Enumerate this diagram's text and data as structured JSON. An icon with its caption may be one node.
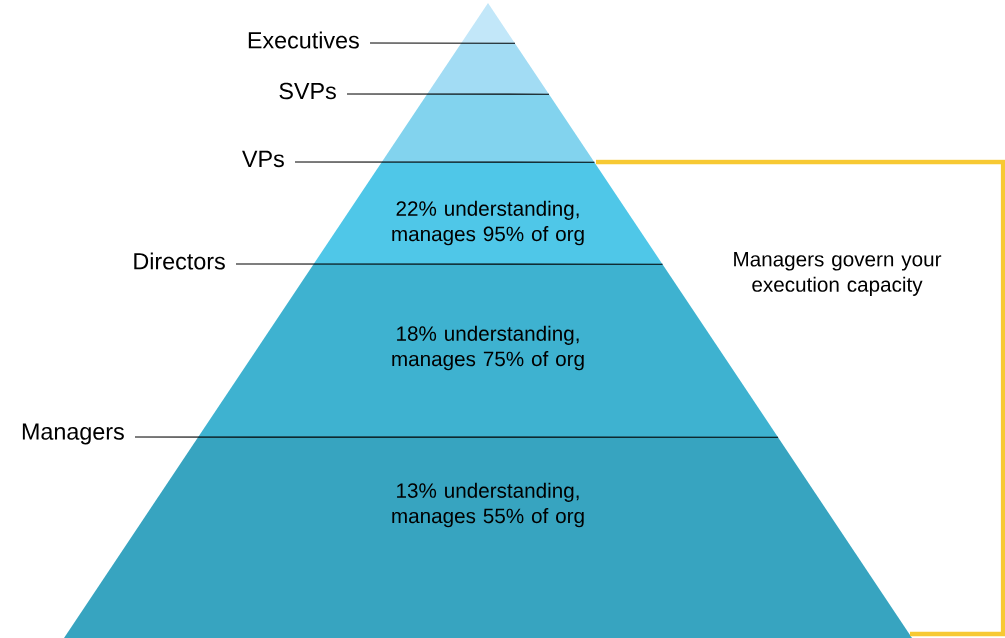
{
  "diagram": {
    "nodes": [
      {
        "text": [],
        "shape": "triangle"
      },
      {
        "text": [],
        "shape": "band"
      },
      {
        "text": [],
        "shape": "band"
      },
      {
        "text": [
          "22% understanding, manages 95% of org"
        ]
      },
      {
        "text": [
          "18% understanding, manages 75% of org"
        ]
      },
      {
        "text": [
          "13% understanding, manages 55% of org"
        ]
      },
      {
        "text": [
          "Executives"
        ]
      },
      {
        "text": [
          "SVPs"
        ]
      },
      {
        "text": [
          "VPs"
        ]
      },
      {
        "text": [
          "Directors"
        ]
      },
      {
        "text": [
          "Managers"
        ]
      }
    ],
    "edges": [
      {
        "from": 6,
        "to": 0,
        "arrow": "none"
      },
      {
        "from": 7,
        "to": 1,
        "arrow": "none"
      },
      {
        "from": 8,
        "to": 2,
        "arrow": "none"
      },
      {
        "from": 9,
        "to": 3,
        "arrow": "none"
      },
      {
        "from": 10,
        "to": 4,
        "arrow": "none"
      }
    ],
    "labels": [
      "Managers govern your execution capacity"
    ]
  }
}
